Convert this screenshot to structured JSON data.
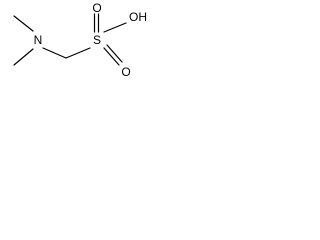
{
  "molecule": {
    "atoms": {
      "nitrogen": "N",
      "sulfur": "S",
      "oxygen_top": "O",
      "oxygen_bottom": "O",
      "hydroxyl": "OH"
    }
  }
}
